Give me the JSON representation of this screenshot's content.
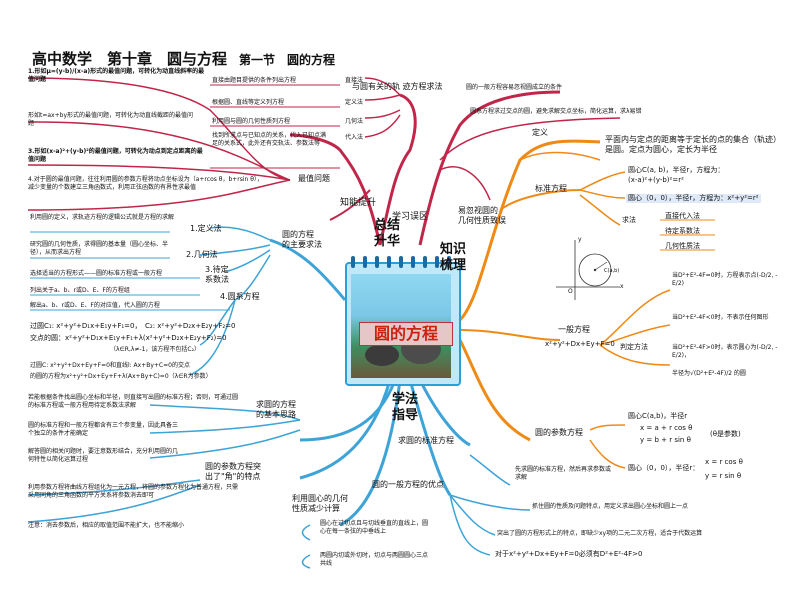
{
  "title": {
    "main": "高中数学　第十章　圆与方程",
    "section": "第一节　圆的方程"
  },
  "center": {
    "label": "圆的方程"
  },
  "branches": {
    "summary": "总结\n升华",
    "knowledge": "知识\n梳理",
    "method": "学法\n指导",
    "study_error": "学习误区",
    "knowledge_up": "知能提升"
  },
  "top_left": {
    "locus_method": "与圆有关的轨\n迹方程求法",
    "loci": [
      {
        "desc": "直接由题目提供的条件列出方程",
        "name": "直接法"
      },
      {
        "desc": "根据圆、直线等定义列方程",
        "name": "定义法"
      },
      {
        "desc": "利用圆与圆的几何性质列方程",
        "name": "几何法"
      },
      {
        "desc": "找到所求点与已知点的关系，代入已知点满足的关系式，此外还有交轨法、参数法等",
        "name": "代入法"
      }
    ],
    "extreme": "最值问题",
    "extremes": [
      "1.形如μ=(y-b)/(x-a)形式的最值问题，可转化为动直线斜率的最值问题",
      "形如t=ax+by形式的最值问题，可转化为动直线截距的最值问题",
      "3.形如(x-a)²+(y-b)²的最值问题，可转化为动点到定点距离的最值问题",
      "4.对于圆的最值问题，往往利用圆的参数方程将动点坐标设为（a+rcos θ，b+rsin θ），减少变量的个数建立三角函数式，利用正弦函数的有界性求最值"
    ]
  },
  "top_right": {
    "error1": "圆的一般方程容易忽视圆成立的条件",
    "error2": "圆系方程求过交点的圆，避免求解交点坐标，简化运算，求λ易错",
    "error_group": "易忽视圆的\n几何性质致误"
  },
  "knowledge": {
    "def_title": "定义",
    "def_text": "平面内与定点的距离等于定长的点的集合（轨迹）是圆。定点为圆心，定长为半径",
    "std_title": "标准方程",
    "std_1": "圆心C(a, b)，半径r，方程为：",
    "std_1b": "(x-a)²+(y-b)²=r²",
    "std_2": "圆心（0，0），半径r，方程为：x²+y²=r²",
    "solve_title": "求法",
    "solve": [
      "直接代入法",
      "待定系数法",
      "几何性质法"
    ],
    "general_title": "一般方程",
    "general_eq": "x²+y²+Dx+Ey+F=0",
    "judge": "判定方法",
    "judges": [
      "当D²+E²-4F=0时，方程表示点(-D/2, -E/2)",
      "当D²+E²-4F<0时，不表示任何图形",
      "当D²+E²-4F>0时，表示圆心为(-D/2, -E/2)，",
      "半径为√(D²+E²-4F)/2 的圆"
    ],
    "param_title": "圆的参数方程",
    "param_1": "圆心C(a,b)，半径r",
    "param_1x": "x = a + r cos θ",
    "param_1y": "y = b + r sin θ",
    "param_1note": "(θ是参数)",
    "param_2": "圆心（0，0），半径r：",
    "param_2x": "x = r cos θ",
    "param_2y": "y = r sin θ",
    "graph_label": "C(a,b)",
    "graph_axis_x": "x",
    "graph_axis_y": "y",
    "graph_origin": "O"
  },
  "left": {
    "main_method": "圆的方程\n的主要求法",
    "methods": [
      {
        "desc": "利用圆的定义，求轨迹方程的逻辑公式就是方程的求解",
        "name": "1.定义法"
      },
      {
        "desc": "研究圆的几何性质，求得圆的基本量（圆心坐标、半径），从而求出方程",
        "name": "2.几何法"
      },
      {
        "desc": "选择适当的方程形式——圆的标准方程或一般方程",
        "name": "3.待定\n系数法"
      },
      {
        "desc": "列出关于a、b、r或D、E、F的方程组",
        "name": "4.圆系方程"
      },
      {
        "desc": "解出a、b、r或D、E、F的对应值，代入圆的方程",
        "name": ""
      }
    ],
    "circle_sys": [
      "过圆C₁: x²+y²+D₁x+E₁y+F₁=0，　C₂: x²+y²+D₂x+E₂y+F₂=0",
      "交点的圆：x²+y²+D₁x+E₁y+F₁+λ(x²+y²+D₂x+E₂y+F₂)=0",
      "（λ∈R,λ≠-1，该方程不包括C₂）",
      "过圆C: x²+y²+Dx+Ey+F=0和直线l: Ax+By+C=0的交点",
      "的圆的方程为x²+y²+Dx+Ey+F+λ(Ax+By+C)=0（λ∈R为参数）"
    ],
    "basic_idea": "求圆的方程\n的基本思路",
    "ideas": [
      "若能根据条件找出圆心坐标和半径，则直接写出圆的标准方程；否则，可通过圆的标准方程或一般方程用待定系数法求解",
      "圆的标准方程和一般方程都含有三个参变量，因此具备三个独立的条件才能确定",
      "解答圆的相关问题时，要注意数形结合，充分利用圆的几何特性以简化运算过程"
    ],
    "param_feature": "圆的参数方程突\n出了\"角\"的特点",
    "param_feature_text": [
      "利用参数方程将曲线方程组化为一元方程，将圆的参数方程化为普通方程，只需采用同角的三角函数的平方关系将参数消去即可",
      "注意：消去参数后，相应的取值范围不能扩大，也不能缩小"
    ],
    "geometry": "利用圆心的几何\n性质减少计算",
    "geometry_text": [
      "圆心在过切点且与切线垂直的直线上，圆心在每一条弦的中垂线上",
      "两圆内切或外切时，切点与两圆圆心三点共线"
    ]
  },
  "bottom_right": {
    "std_method": "求圆的标准方程",
    "std_text": "先求圆的标准方程，然后再求参数或求解",
    "gen_adv": "圆的一般方程的优点",
    "gen_text": [
      "抓住圆的性质及问题特点，用定义求出圆心坐标和圆上一点",
      "突出了圆的方程形式上的特点，即缺少xy项的二元二次方程，适合于代数运算",
      "对于x²+y²+Dx+Ey+F=0必须有D²+E²-4F>0"
    ]
  },
  "colors": {
    "red": "#c0264a",
    "orange": "#ef8a17",
    "blue": "#3ea3d6",
    "lightblue": "#9ad0ee"
  }
}
